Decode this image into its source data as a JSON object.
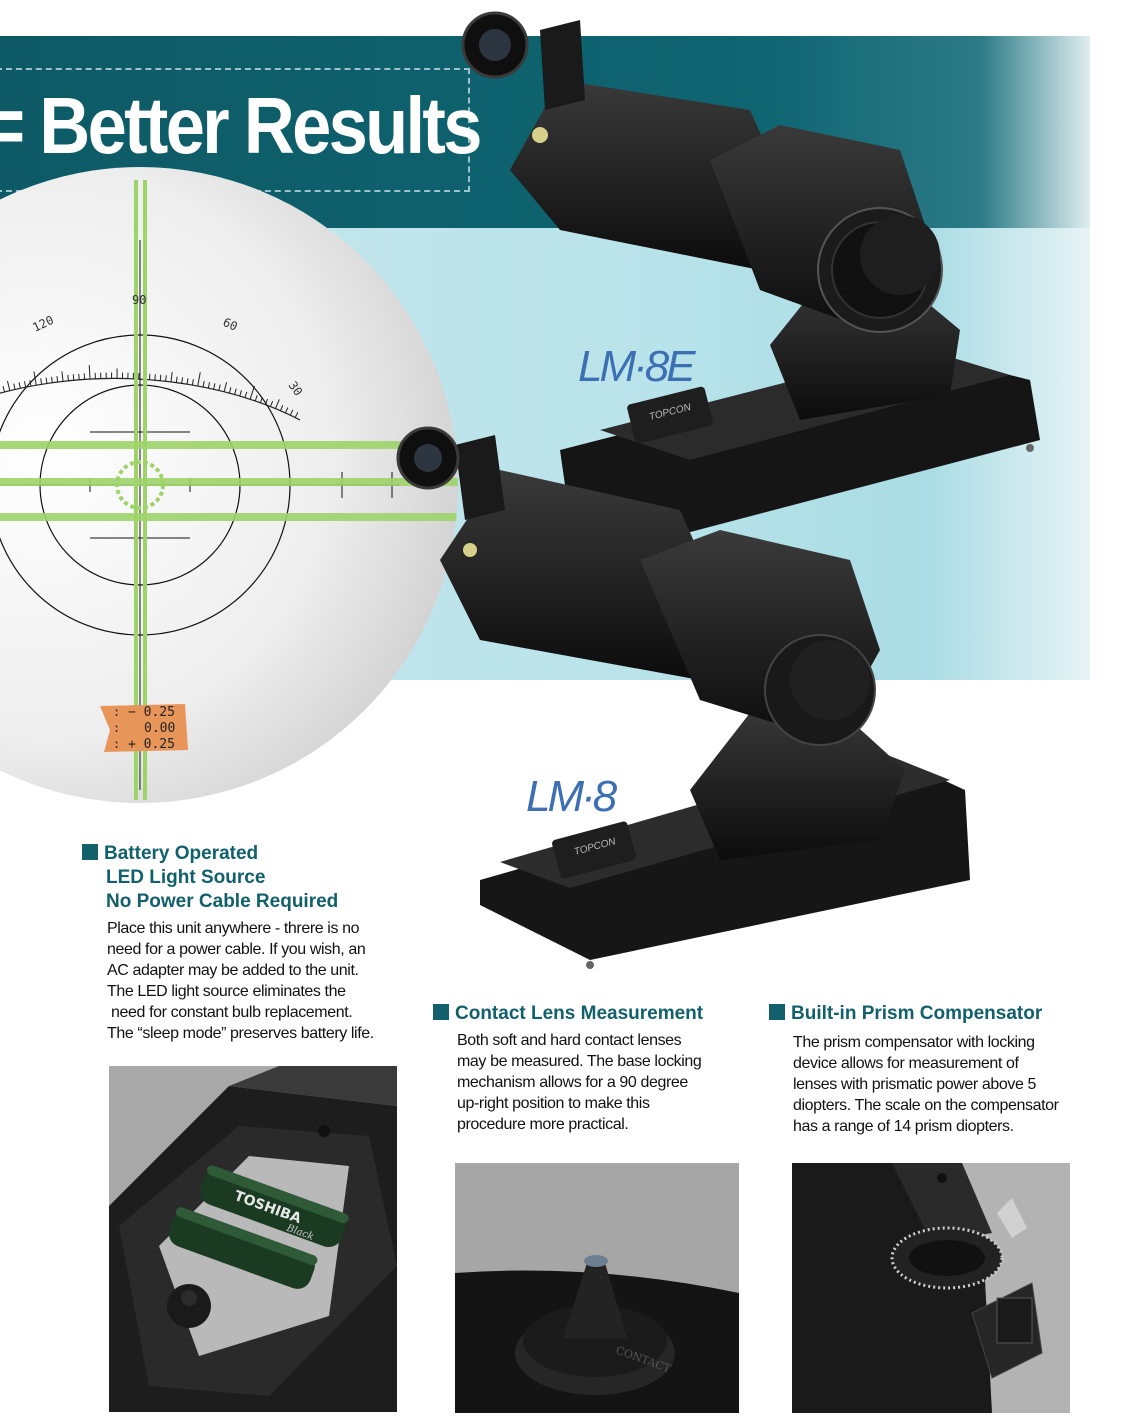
{
  "headline": "= Better Results",
  "reticle": {
    "angle_labels": [
      "120",
      "90",
      "60",
      "30"
    ],
    "readout": [
      "− 0.25",
      "0.00",
      "+ 0.25"
    ]
  },
  "models": {
    "lm8e": "LM·8E",
    "lm8": "LM·8",
    "brand": "TOPCON"
  },
  "features": {
    "battery": {
      "heading": [
        "Battery Operated",
        "LED Light Source",
        "No Power Cable Required"
      ],
      "body": [
        "Place this unit anywhere - threre is no",
        "need for a power cable. If you wish, an",
        "AC adapter may be added to the unit.",
        "The LED light source eliminates the",
        " need for constant bulb replacement.",
        "The “sleep mode” preserves battery life."
      ]
    },
    "contact": {
      "heading": "Contact Lens Measurement",
      "body": [
        "Both soft and hard contact lenses",
        "may be measured. The base locking",
        "mechanism allows for a 90 degree",
        "up-right position to make this",
        "procedure more practical."
      ]
    },
    "prism": {
      "heading": "Built-in Prism Compensator",
      "body": [
        "The prism compensator with locking",
        "device allows for measurement of",
        "lenses with prismatic power above 5",
        "diopters. The scale on the compensator",
        "has a range of 14 prism diopters."
      ]
    }
  },
  "photos": {
    "battery_brand": "TOSHIBA",
    "battery_type": "Black",
    "contact_mark": "CONTACT"
  },
  "colors": {
    "teal_banner": "#0f6572",
    "light_band": "#b9e3ea",
    "heading_teal": "#11606b",
    "model_blue": "#3d6fb3",
    "reticle_green": "#9ed36a",
    "readout_orange": "#e8955a"
  }
}
